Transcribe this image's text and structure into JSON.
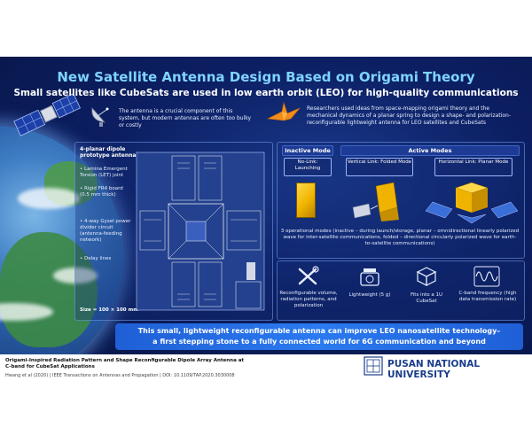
{
  "title": "New Satellite Antenna Design Based on Origami Theory",
  "subtitle": "Small satellites like CubeSats are used in low earth orbit (LEO) for high-quality communications",
  "intro_left": "The antenna is a crucial component of this system, but modern antennas are often too bulky or costly",
  "intro_right": "Researchers used ideas from space-mapping origami theory and the mechanical dynamics of a planar spring to design a shape- and polarization-reconfigurable lightweight antenna for LEO satellites and CubeSats",
  "prototype": {
    "heading_line1": "4-planar dipole",
    "heading_line2": "prototype antenna",
    "bullets": [
      "Lamina Emergent Torsion (LET) joint",
      "Rigid FR4 board (0.5 mm thick)",
      "4-way Gysel power divider circuit (antenna-feeding network)",
      "Delay lines"
    ],
    "size": "Size = 100 × 100 mm²"
  },
  "modes": {
    "inactive_header": "Inactive Mode",
    "active_header": "Active Modes",
    "no_link": "No-Link: Launching",
    "vertical": "Vertical Link: Folded Mode",
    "horizontal": "Horizontal Link: Planar Mode",
    "description": "3 operational modes (inactive – during launch/storage, planar – omnidirectional linearly polarized wave for inter-satellite communications, folded – directional circularly polarized wave for earth-to-satellite communications)"
  },
  "features": [
    {
      "label": "Reconfigurable volume, radiation patterns, and polarization",
      "icon": "tools-icon"
    },
    {
      "label": "Lightweight (5 g)",
      "icon": "scale-icon"
    },
    {
      "label": "Fits into a 1U CubeSat",
      "icon": "cube-icon"
    },
    {
      "label": "C-band frequency (high data transmission rate)",
      "icon": "wave-icon"
    }
  ],
  "banner": {
    "line1": "This small, lightweight reconfigurable antenna can improve LEO nanosatellite technology–",
    "line2": "a first stepping stone to a fully connected world for 6G communication and beyond"
  },
  "citation": {
    "title_line1": "Origami-Inspired Radiation Pattern and Shape Reconfigurable Dipole Array Antenna at",
    "title_line2": "C-band for CubeSat Applications",
    "meta": "Hwang et al (2020)  |  IEEE Transactions on Antennas and Propagation  |  DOI: 10.1109/TAP.2020.3030008"
  },
  "institution": "PUSAN NATIONAL UNIVERSITY",
  "colors": {
    "poster_bg": "#0a1a52",
    "title": "#7fd4ff",
    "banner": "#2b7af0",
    "cube": "#f0b400"
  }
}
